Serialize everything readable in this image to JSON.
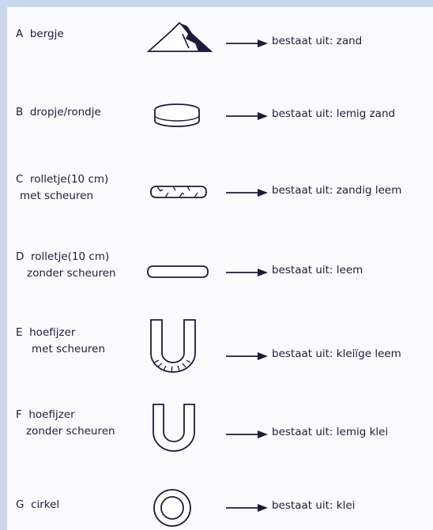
{
  "colors": {
    "background": "#c9d8ef",
    "panel": "#fbfbfd",
    "ink": "#1c1c3a"
  },
  "rows": [
    {
      "letter": "A",
      "line1": "bergje",
      "line2": "",
      "shape": "mountain-icon",
      "result": "bestaat uit: zand"
    },
    {
      "letter": "B",
      "line1": "dropje/rondje",
      "line2": "",
      "shape": "disc-icon",
      "result": "bestaat uit: lemig zand"
    },
    {
      "letter": "C",
      "line1": "rolletje(10 cm)",
      "line2": "met scheuren",
      "shape": "cracked-roll-icon",
      "result": "bestaat uit: zandig leem"
    },
    {
      "letter": "D",
      "line1": "rolletje(10 cm)",
      "line2": "zonder scheuren",
      "shape": "roll-icon",
      "result": "bestaat uit: leem"
    },
    {
      "letter": "E",
      "line1": "hoefijzer",
      "line2": "met scheuren",
      "shape": "cracked-horseshoe-icon",
      "result": "bestaat uit: kleiïge leem"
    },
    {
      "letter": "F",
      "line1": "hoefijzer",
      "line2": "zonder scheuren",
      "shape": "horseshoe-icon",
      "result": "bestaat uit: lemig klei"
    },
    {
      "letter": "G",
      "line1": "cirkel",
      "line2": "",
      "shape": "ring-icon",
      "result": "bestaat uit: klei"
    }
  ]
}
